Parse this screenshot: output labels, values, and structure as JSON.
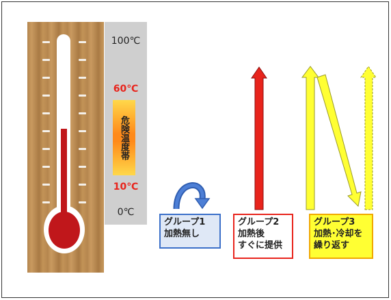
{
  "scale": {
    "t100": "100℃",
    "t60": "60℃",
    "danger_zone": "危険温度帯",
    "t10": "10℃",
    "t0": "0℃"
  },
  "groups": [
    {
      "label": "グループ1\n加熱無し",
      "color": "#3b6fc9",
      "fill": "#dfe8f6"
    },
    {
      "label": "グループ2\n加熱後\nすぐに提供",
      "color": "#e8241c",
      "fill": "#ffffff"
    },
    {
      "label": "グループ3\n加熱･冷却を\n繰り返す",
      "color": "#f0a800",
      "fill": "#ffff33"
    }
  ],
  "colors": {
    "red": "#e8241c",
    "yellow": "#ffff33",
    "blue": "#3b6fc9",
    "danger_text": "#e8241c"
  }
}
